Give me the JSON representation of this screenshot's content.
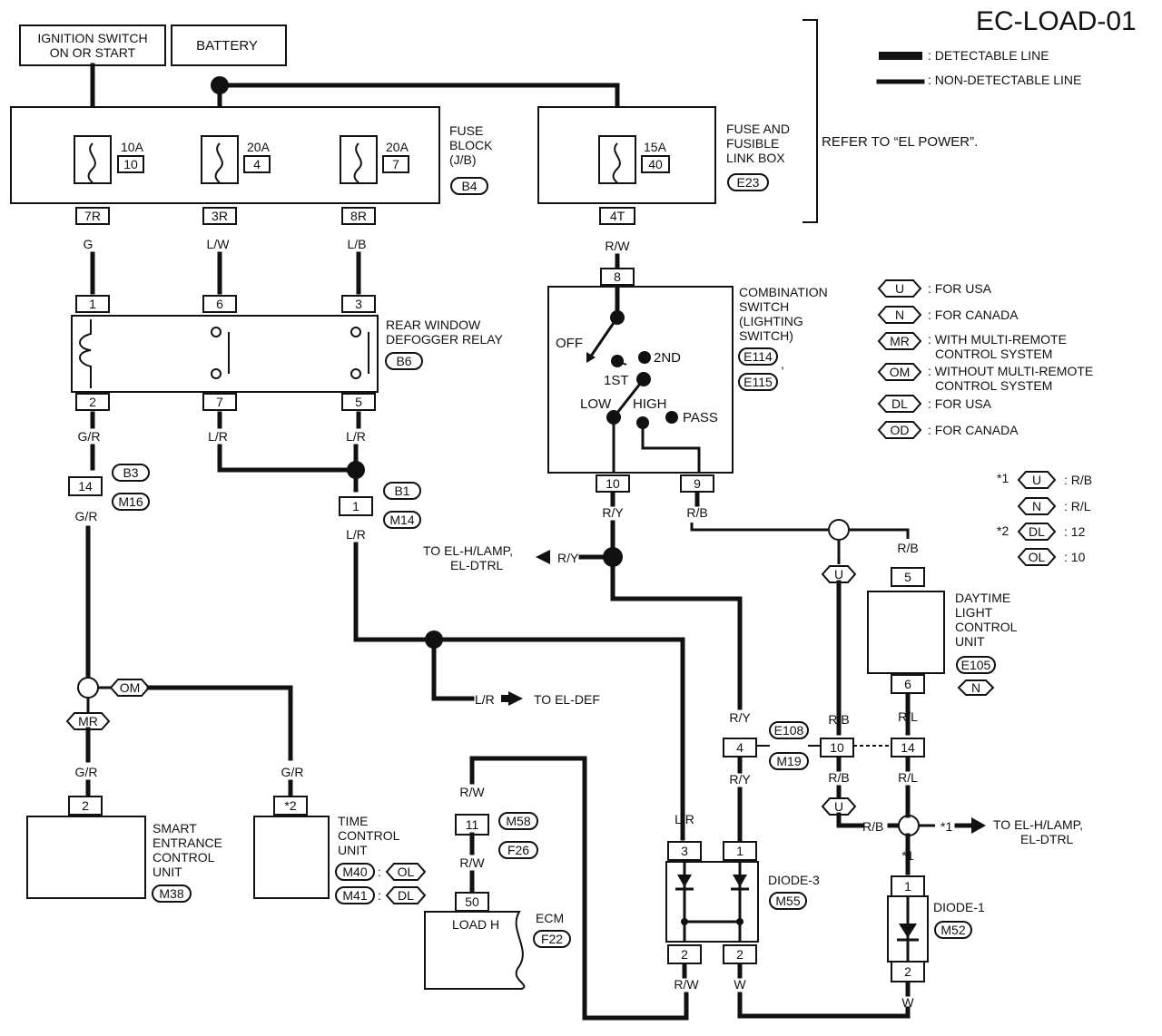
{
  "title": "EC-LOAD-01",
  "legend": {
    "detectable": ": DETECTABLE LINE",
    "non_detectable": ": NON-DETECTABLE LINE"
  },
  "refer": "REFER TO “EL POWER”.",
  "sources": {
    "ignition": [
      "IGNITION SWITCH",
      "ON OR START"
    ],
    "battery": "BATTERY"
  },
  "fuse_block": {
    "label": [
      "FUSE",
      "BLOCK",
      "(J/B)"
    ],
    "conn": "B4",
    "fuses": [
      {
        "amp": "10A",
        "num": "10",
        "term": "7R",
        "wire": "G"
      },
      {
        "amp": "20A",
        "num": "4",
        "term": "3R",
        "wire": "L/W"
      },
      {
        "amp": "20A",
        "num": "7",
        "term": "8R",
        "wire": "L/B"
      }
    ]
  },
  "fuse_link": {
    "label": [
      "FUSE AND",
      "FUSIBLE",
      "LINK BOX"
    ],
    "conn": "E23",
    "amp": "15A",
    "num": "40",
    "term": "4T",
    "wire": "R/W"
  },
  "relay": {
    "label": [
      "REAR WINDOW",
      "DEFOGGER RELAY"
    ],
    "conn": "B6",
    "top": [
      "1",
      "6",
      "3"
    ],
    "bottom": [
      "2",
      "7",
      "5"
    ]
  },
  "combo": {
    "label": [
      "COMBINATION",
      "SWITCH",
      "(LIGHTING",
      "SWITCH)"
    ],
    "conns": [
      "E114",
      "E115"
    ],
    "comma": ",",
    "top": "8",
    "positions": [
      "OFF",
      "1ST",
      "2ND",
      "LOW",
      "HIGH",
      "PASS"
    ],
    "bottom": [
      "10",
      "9"
    ]
  },
  "wires": {
    "gr": "G/R",
    "lr": "L/R",
    "ry": "R/Y",
    "rb": "R/B",
    "rw": "R/W",
    "rl": "R/L",
    "w": "W"
  },
  "connectors": {
    "b3": "B3",
    "m16": "M16",
    "b1": "B1",
    "m14": "M14",
    "e108": "E108",
    "m19": "M19",
    "m58": "M58",
    "f26": "F26",
    "m40": "M40",
    "m41": "M41",
    "e105": "E105"
  },
  "pins": {
    "p14": "14",
    "p1": "1",
    "p4": "4",
    "p10": "10",
    "p14b": "14",
    "p11": "11",
    "p50": "50",
    "p2": "2",
    "pstar2": "*2",
    "p5": "5",
    "p6": "6",
    "p3": "3",
    "p1b": "1",
    "p2b": "2",
    "p2c": "2",
    "p1c": "1",
    "p2d": "2"
  },
  "to_labels": {
    "hlamp": [
      "TO EL-H/LAMP,",
      "EL-DTRL"
    ],
    "def": "TO EL-DEF",
    "hlamp2": [
      "TO EL-H/LAMP,",
      "EL-DTRL"
    ]
  },
  "units": {
    "smart": {
      "label": [
        "SMART",
        "ENTRANCE",
        "CONTROL",
        "UNIT"
      ],
      "conn": "M38"
    },
    "time": {
      "label": [
        "TIME",
        "CONTROL",
        "UNIT"
      ]
    },
    "ecm": {
      "label": "ECM",
      "inner": "LOAD H",
      "conn": "F22"
    },
    "diode3": {
      "label": "DIODE-3",
      "conn": "M55"
    },
    "diode1": {
      "label": "DIODE-1",
      "conn": "M52"
    },
    "dtrl": {
      "label": [
        "DAYTIME",
        "LIGHT",
        "CONTROL",
        "UNIT"
      ],
      "conn": "E105"
    }
  },
  "codes": {
    "u": "U",
    "n": "N",
    "mr": "MR",
    "om": "OM",
    "dl": "DL",
    "od": "OD",
    "ol": "OL"
  },
  "code_legend": [
    {
      "code": "U",
      "text": ": FOR USA"
    },
    {
      "code": "N",
      "text": ": FOR CANADA"
    },
    {
      "code": "MR",
      "text": ": WITH MULTI-REMOTE",
      "text2": "CONTROL SYSTEM"
    },
    {
      "code": "OM",
      "text": ": WITHOUT MULTI-REMOTE",
      "text2": "CONTROL SYSTEM"
    },
    {
      "code": "DL",
      "text": ": FOR USA"
    },
    {
      "code": "OD",
      "text": ": FOR CANADA"
    }
  ],
  "notes": {
    "n1": {
      "mark": "*1",
      "rows": [
        {
          "code": "U",
          "val": ": R/B"
        },
        {
          "code": "N",
          "val": ": R/L"
        }
      ]
    },
    "n2": {
      "mark": "*2",
      "rows": [
        {
          "code": "DL",
          "val": ": 12"
        },
        {
          "code": "OL",
          "val": ": 10"
        }
      ]
    },
    "star1": "*1",
    "colon": ":"
  }
}
